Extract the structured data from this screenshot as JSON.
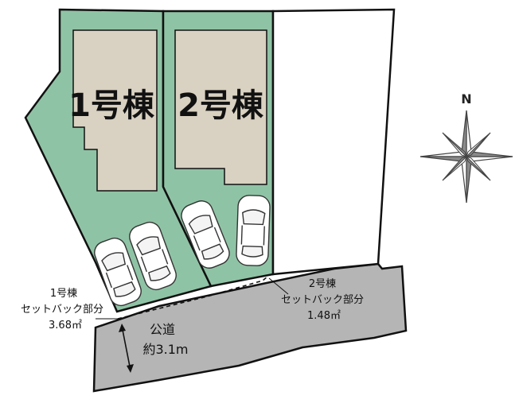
{
  "buildings": [
    {
      "id": "lot-1",
      "label": "1号棟"
    },
    {
      "id": "lot-2",
      "label": "2号棟"
    }
  ],
  "setbacks": [
    {
      "line1": "1号棟",
      "line2": "セットバック部分",
      "line3": "3.68㎡"
    },
    {
      "line1": "2号棟",
      "line2": "セットバック部分",
      "line3": "1.48㎡"
    }
  ],
  "road": {
    "name": "公道",
    "width": "約3.1m"
  },
  "compass": {
    "label": "N"
  },
  "colors": {
    "lot_green": "#8fc3a5",
    "building_beige": "#d9d1c1",
    "road_gray": "#b5b5b5",
    "outline": "#111111"
  },
  "icons": {
    "compass": "compass-rose-icon",
    "car": "car-icon"
  }
}
